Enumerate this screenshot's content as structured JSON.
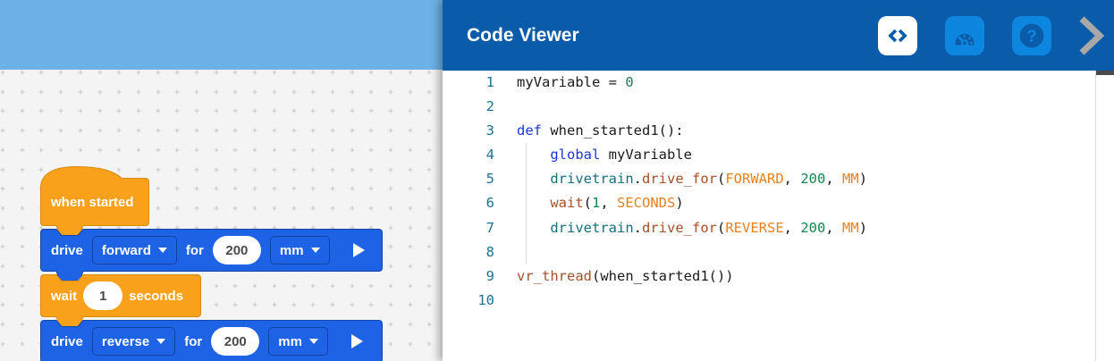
{
  "left_pane": {
    "toolbar_color": "#6CB2E6",
    "workspace_color": "#F4F4F4"
  },
  "workspace": {
    "hat_block": {
      "label": "when started"
    },
    "drive_block_1": {
      "verb": "drive",
      "direction": "forward",
      "for_label": "for",
      "distance": "200",
      "unit": "mm"
    },
    "wait_block": {
      "verb": "wait",
      "duration": "1",
      "unit_label": "seconds"
    },
    "drive_block_2": {
      "verb": "drive",
      "direction": "reverse",
      "for_label": "for",
      "distance": "200",
      "unit": "mm"
    },
    "block_colors": {
      "drivetrain_blue": "#1E63E6",
      "drivetrain_blue_border": "#1244A8",
      "control_orange": "#F9A11B",
      "control_orange_border": "#D88A12"
    }
  },
  "code_viewer": {
    "title": "Code Viewer",
    "header_color": "#0A5CAB",
    "toolbar": {
      "button_color": "#0D86E0",
      "code_button_icon": "code-angle-brackets",
      "dashboard_button_icon": "speedometer-gauge",
      "help_button_icon": "question-mark",
      "collapse_icon": "chevron-right"
    },
    "colors": {
      "plain": "#1B1B1B",
      "kw": "#1A35E0",
      "num": "#12854E",
      "const": "#E8821D",
      "fn": "#A5512B",
      "obj": "#16707E",
      "line_number": "#1C7391"
    },
    "lines": [
      {
        "n": "1",
        "guide": false,
        "tokens": [
          {
            "t": "myVariable = ",
            "c": "plain"
          },
          {
            "t": "0",
            "c": "num"
          }
        ]
      },
      {
        "n": "2",
        "guide": false,
        "tokens": []
      },
      {
        "n": "3",
        "guide": false,
        "tokens": [
          {
            "t": "def",
            "c": "kw"
          },
          {
            "t": " when_started1():",
            "c": "plain"
          }
        ]
      },
      {
        "n": "4",
        "guide": true,
        "tokens": [
          {
            "t": "    ",
            "c": "plain"
          },
          {
            "t": "global",
            "c": "kw"
          },
          {
            "t": " myVariable",
            "c": "plain"
          }
        ]
      },
      {
        "n": "5",
        "guide": true,
        "tokens": [
          {
            "t": "    ",
            "c": "plain"
          },
          {
            "t": "drivetrain",
            "c": "obj"
          },
          {
            "t": ".",
            "c": "plain"
          },
          {
            "t": "drive_for",
            "c": "fn"
          },
          {
            "t": "(",
            "c": "plain"
          },
          {
            "t": "FORWARD",
            "c": "const"
          },
          {
            "t": ", ",
            "c": "plain"
          },
          {
            "t": "200",
            "c": "num"
          },
          {
            "t": ", ",
            "c": "plain"
          },
          {
            "t": "MM",
            "c": "const"
          },
          {
            "t": ")",
            "c": "plain"
          }
        ]
      },
      {
        "n": "6",
        "guide": true,
        "tokens": [
          {
            "t": "    ",
            "c": "plain"
          },
          {
            "t": "wait",
            "c": "fn"
          },
          {
            "t": "(",
            "c": "plain"
          },
          {
            "t": "1",
            "c": "num"
          },
          {
            "t": ", ",
            "c": "plain"
          },
          {
            "t": "SECONDS",
            "c": "const"
          },
          {
            "t": ")",
            "c": "plain"
          }
        ]
      },
      {
        "n": "7",
        "guide": true,
        "tokens": [
          {
            "t": "    ",
            "c": "plain"
          },
          {
            "t": "drivetrain",
            "c": "obj"
          },
          {
            "t": ".",
            "c": "plain"
          },
          {
            "t": "drive_for",
            "c": "fn"
          },
          {
            "t": "(",
            "c": "plain"
          },
          {
            "t": "REVERSE",
            "c": "const"
          },
          {
            "t": ", ",
            "c": "plain"
          },
          {
            "t": "200",
            "c": "num"
          },
          {
            "t": ", ",
            "c": "plain"
          },
          {
            "t": "MM",
            "c": "const"
          },
          {
            "t": ")",
            "c": "plain"
          }
        ]
      },
      {
        "n": "8",
        "guide": true,
        "tokens": []
      },
      {
        "n": "9",
        "guide": false,
        "tokens": [
          {
            "t": "vr_thread",
            "c": "fn"
          },
          {
            "t": "(when_started1())",
            "c": "plain"
          }
        ]
      },
      {
        "n": "10",
        "guide": false,
        "tokens": []
      }
    ]
  }
}
